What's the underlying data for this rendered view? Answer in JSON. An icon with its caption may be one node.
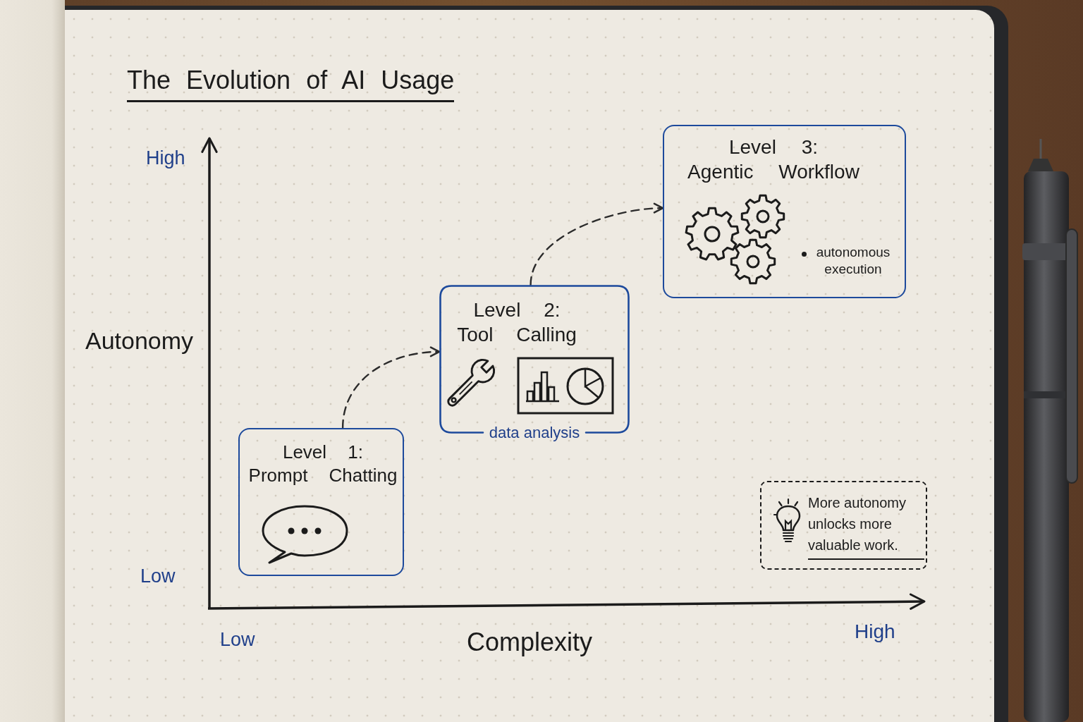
{
  "diagram": {
    "title": "The Evolution of AI Usage",
    "nodes": [
      {
        "text": [
          "Level 1: Prompt Chatting"
        ]
      },
      {
        "text": [
          "Level 2: Tool Calling",
          "data analysis"
        ]
      },
      {
        "text": [
          "Level 3: Agentic Workflow",
          "autonomous execution"
        ]
      },
      {
        "text": [
          "More autonomy unlocks more valuable work."
        ]
      }
    ],
    "edges": [
      {
        "from": 0,
        "to": 1,
        "arrow": "to",
        "style": "dashed"
      },
      {
        "from": 1,
        "to": 2,
        "arrow": "to",
        "style": "dashed"
      }
    ],
    "labels": [
      "High",
      "Autonomy",
      "Low",
      "Low",
      "Complexity",
      "High"
    ]
  }
}
